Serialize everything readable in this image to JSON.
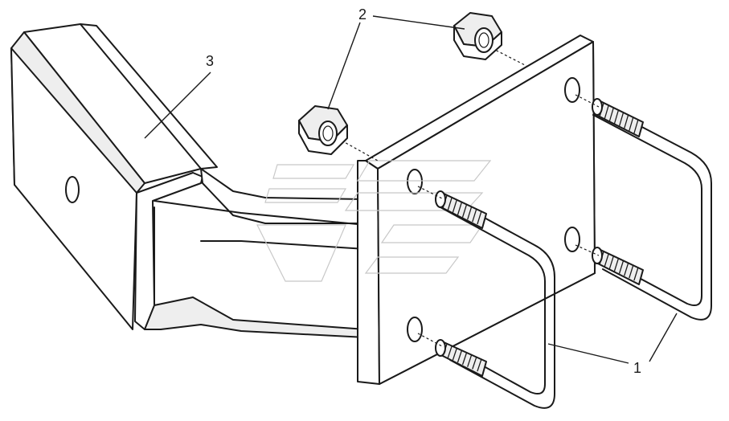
{
  "callouts": {
    "part_1": "1",
    "part_2": "2",
    "part_3": "3"
  },
  "colors": {
    "line": "#1a1a1a",
    "background": "#ffffff",
    "watermark": "#c8c8c8"
  }
}
